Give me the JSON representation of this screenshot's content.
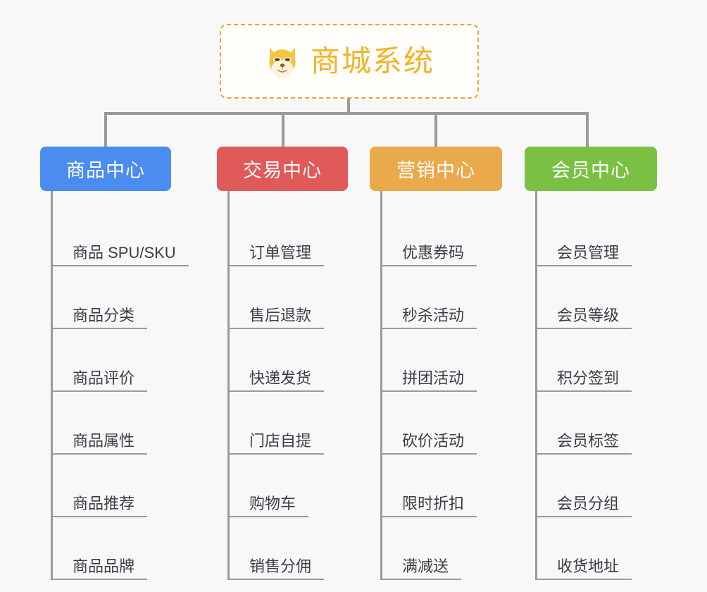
{
  "page": {
    "background": "#f8f8f8",
    "type": "org-chart-mindmap"
  },
  "root": {
    "title": "商城系统",
    "icon": "dog-face-icon",
    "title_color": "#f0b429",
    "border_color": "#e8a33d"
  },
  "columns": [
    {
      "header": "商品中心",
      "color": "#4a8cf0",
      "items": [
        "商品 SPU/SKU",
        "商品分类",
        "商品评价",
        "商品属性",
        "商品推荐",
        "商品品牌"
      ]
    },
    {
      "header": "交易中心",
      "color": "#e05a5a",
      "items": [
        "订单管理",
        "售后退款",
        "快递发货",
        "门店自提",
        "购物车",
        "销售分佣"
      ]
    },
    {
      "header": "营销中心",
      "color": "#eaa94a",
      "items": [
        "优惠券码",
        "秒杀活动",
        "拼团活动",
        "砍价活动",
        "限时折扣",
        "满减送"
      ]
    },
    {
      "header": "会员中心",
      "color": "#7ac143",
      "items": [
        "会员管理",
        "会员等级",
        "积分签到",
        "会员标签",
        "会员分组",
        "收货地址"
      ]
    }
  ]
}
